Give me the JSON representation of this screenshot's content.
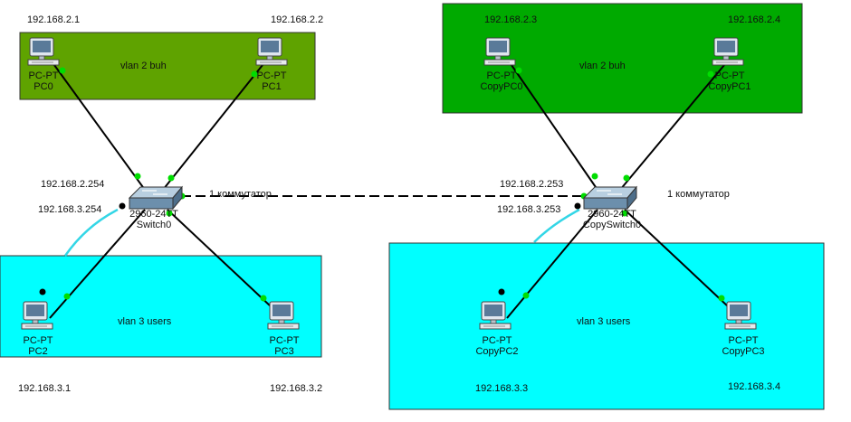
{
  "zones": [
    {
      "id": "z1",
      "label": "vlan 2 buh",
      "color": "#5fa300"
    },
    {
      "id": "z2",
      "label": "vlan 2 buh",
      "color": "#00aa00"
    },
    {
      "id": "z3",
      "label": "vlan 3 users",
      "color": "#00ffff"
    },
    {
      "id": "z4",
      "label": "vlan 3 users",
      "color": "#00ffff"
    }
  ],
  "devices": {
    "pc0": {
      "type": "PC-PT",
      "name": "PC0",
      "ip": "192.168.2.1"
    },
    "pc1": {
      "type": "PC-PT",
      "name": "PC1",
      "ip": "192.168.2.2"
    },
    "pc2": {
      "type": "PC-PT",
      "name": "PC2",
      "ip": "192.168.3.1"
    },
    "pc3": {
      "type": "PC-PT",
      "name": "PC3",
      "ip": "192.168.3.2"
    },
    "copypc0": {
      "type": "PC-PT",
      "name": "CopyPC0",
      "ip": "192.168.2.3"
    },
    "copypc1": {
      "type": "PC-PT",
      "name": "CopyPC1",
      "ip": "192.168.2.4"
    },
    "copypc2": {
      "type": "PC-PT",
      "name": "CopyPC2",
      "ip": "192.168.3.3"
    },
    "copypc3": {
      "type": "PC-PT",
      "name": "CopyPC3",
      "ip": "192.168.3.4"
    },
    "switch0": {
      "type": "2960-24TT",
      "name": "Switch0",
      "ip_vlan2": "192.168.2.254",
      "ip_vlan3": "192.168.3.254",
      "note": "1 коммутатор"
    },
    "copyswitch0": {
      "type": "2960-24TT",
      "name": "CopySwitch0",
      "ip_vlan2": "192.168.2.253",
      "ip_vlan3": "192.168.3.253",
      "note": "1 коммутатор"
    }
  },
  "colors": {
    "link": "#000000",
    "link_up": "#00cc00",
    "link_down": "#000000",
    "console": "#33d6e6",
    "monitor": "#5a7a99"
  }
}
